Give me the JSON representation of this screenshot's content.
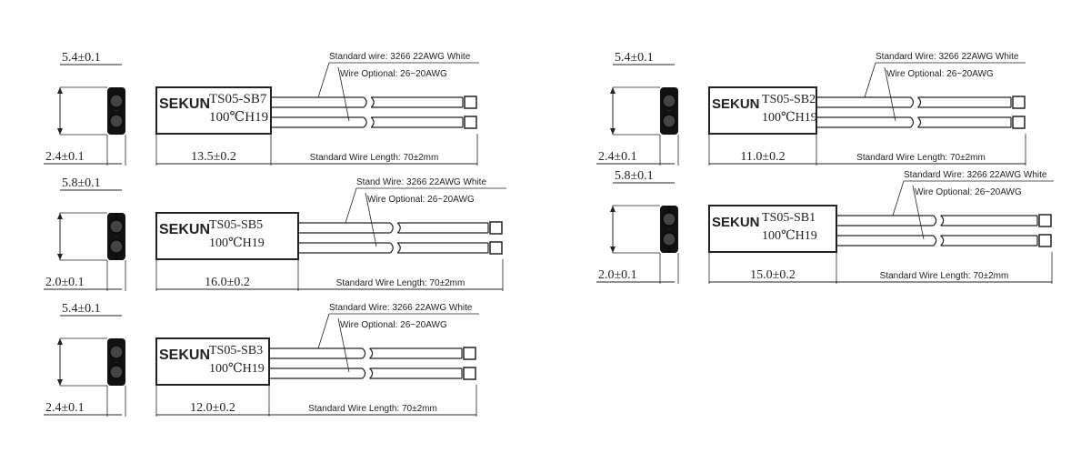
{
  "units": [
    {
      "label_top": "5.4±0.1",
      "label_bottom": "2.4±0.1",
      "brand": "SEKUN",
      "model": "TS05-SB7",
      "temp": "100℃H19",
      "body_length": "13.5±0.2",
      "wire_spec": "Standard wire: 3266 22AWG White",
      "wire_optional": "Wire Optional: 26~20AWG",
      "wire_length": "Standard Wire Length: 70±2mm"
    },
    {
      "label_top": "5.8±0.1",
      "label_bottom": "2.0±0.1",
      "brand": "SEKUN",
      "model": "TS05-SB5",
      "temp": "100℃H19",
      "body_length": "16.0±0.2",
      "wire_spec": "Stand Wire: 3266 22AWG White",
      "wire_optional": "Wire Optional: 26~20AWG",
      "wire_length": "Standard Wire Length: 70±2mm"
    },
    {
      "label_top": "5.4±0.1",
      "label_bottom": "2.4±0.1",
      "brand": "SEKUN",
      "model": "TS05-SB3",
      "temp": "100℃H19",
      "body_length": "12.0±0.2",
      "wire_spec": "Standard Wire: 3266 22AWG White",
      "wire_optional": "Wire Optional: 26~20AWG",
      "wire_length": "Standard Wire Length: 70±2mm"
    },
    {
      "label_top": "5.4±0.1",
      "label_bottom": "2.4±0.1",
      "brand": "SEKUN",
      "model": "TS05-SB2",
      "temp": "100℃H19",
      "body_length": "11.0±0.2",
      "wire_spec": "Standard Wire: 3266 22AWG White",
      "wire_optional": "Wire Optional: 26~20AWG",
      "wire_length": "Standard Wire Length: 70±2mm"
    },
    {
      "label_top": "5.8±0.1",
      "label_bottom": "2.0±0.1",
      "brand": "SEKUN",
      "model": "TS05-SB1",
      "temp": "100℃H19",
      "body_length": "15.0±0.2",
      "wire_spec": "Standard Wire: 3266 22AWG White",
      "wire_optional": "Wire Optional: 26~20AWG",
      "wire_length": "Standard Wire Length: 70±2mm"
    }
  ]
}
